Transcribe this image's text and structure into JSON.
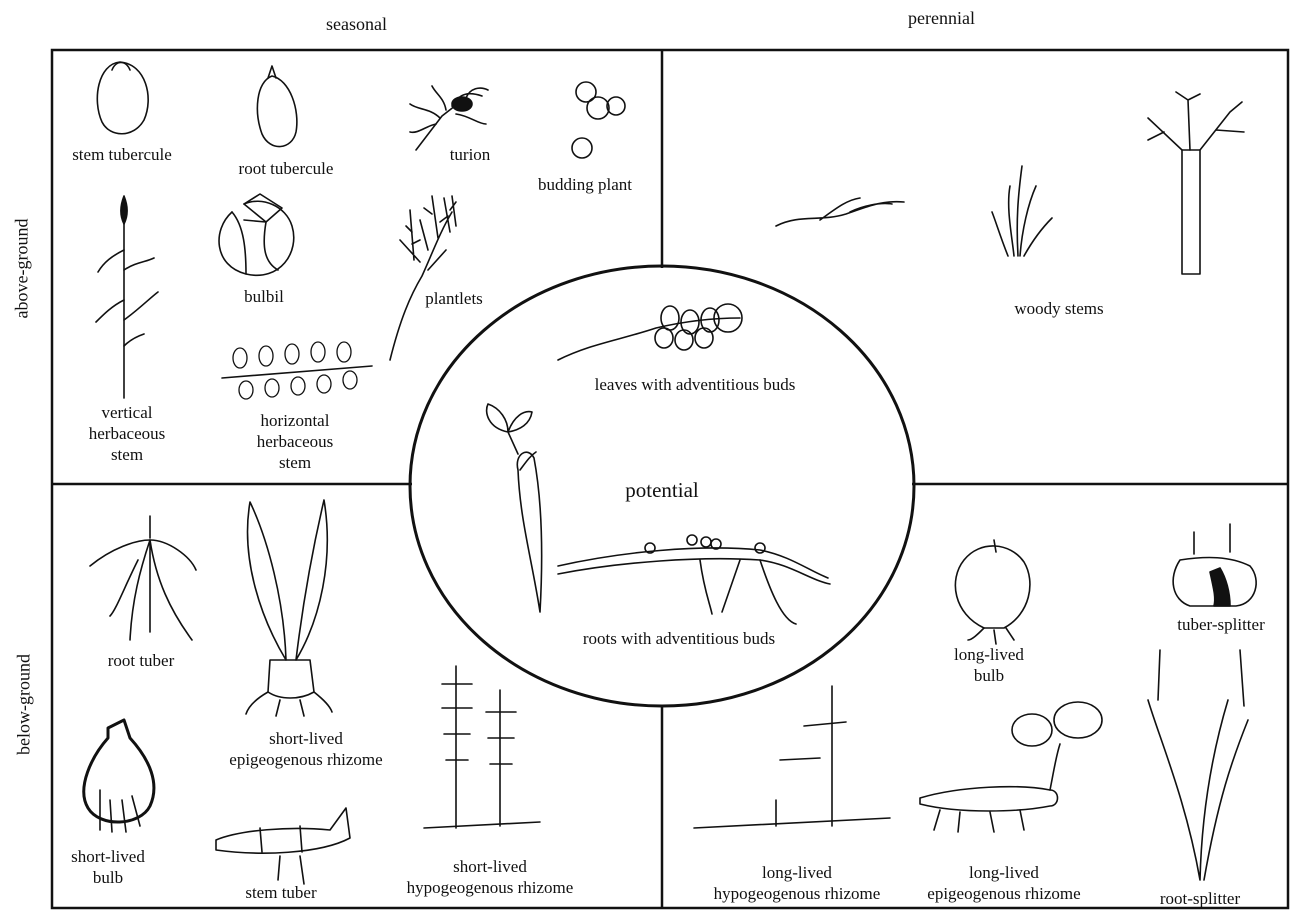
{
  "headers": {
    "seasonal": "seasonal",
    "perennial": "perennial",
    "above_ground": "above-ground",
    "below_ground": "below-ground"
  },
  "center": {
    "title": "potential",
    "leaves": "leaves with adventitious buds",
    "roots": "roots with adventitious buds"
  },
  "seasonal_above": {
    "stem_tubercule": "stem tubercule",
    "root_tubercule": "root tubercule",
    "turion": "turion",
    "budding_plant": "budding plant",
    "bulbil": "bulbil",
    "plantlets": "plantlets",
    "vertical_stem": "vertical\nherbaceous\nstem",
    "horizontal_stem": "horizontal\nherbaceous\nstem"
  },
  "perennial_above": {
    "woody_stems": "woody stems"
  },
  "seasonal_below": {
    "root_tuber": "root tuber",
    "short_lived_epi": "short-lived\nepigeogenous rhizome",
    "short_lived_bulb": "short-lived\nbulb",
    "stem_tuber": "stem tuber",
    "short_lived_hypo": "short-lived\nhypogeogenous rhizome"
  },
  "perennial_below": {
    "long_lived_bulb": "long-lived\nbulb",
    "tuber_splitter": "tuber-splitter",
    "long_lived_hypo": "long-lived\nhypogeogenous rhizome",
    "long_lived_epi": "long-lived\nepigeogenous rhizome",
    "root_splitter": "root-splitter"
  }
}
